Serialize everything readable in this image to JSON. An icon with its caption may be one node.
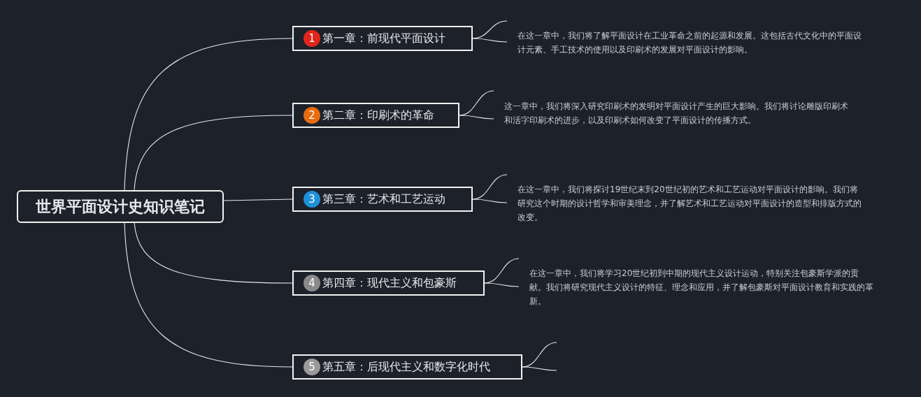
{
  "diagram": {
    "nodes": [
      {
        "text": [
          "世界平面设计史知识笔记"
        ]
      },
      {
        "text": [
          "1",
          "第一章：前现代平面设计"
        ]
      },
      {
        "text": [
          "在这一章中，我们将了解平面设计在工业革命之前的起源和发展。这包括古代文化中的平面设计元素、手工技术的使用以及印刷术的发展对平面设计的影响。"
        ]
      },
      {
        "text": [
          "2",
          "第二章：印刷术的革命"
        ]
      },
      {
        "text": [
          "这一章中，我们将深入研究印刷术的发明对平面设计产生的巨大影响。我们将讨论雕版印刷术和活字印刷术的进步，以及印刷术如何改变了平面设计的传播方式。"
        ]
      },
      {
        "text": [
          "3",
          "第三章：艺术和工艺运动"
        ]
      },
      {
        "text": [
          "在这一章中，我们将探讨19世纪末到20世纪初的艺术和工艺运动对平面设计的影响。我们将研究这个时期的设计哲学和审美理念，并了解艺术和工艺运动对平面设计的造型和排版方式的改变。"
        ]
      },
      {
        "text": [
          "4",
          "第四章：现代主义和包豪斯"
        ]
      },
      {
        "text": [
          "在这一章中，我们将学习20世纪初到中期的现代主义设计运动，特别关注包豪斯学派的贡献。我们将研究现代主义设计的特征、理念和应用，并了解包豪斯对平面设计教育和实践的革新。"
        ]
      },
      {
        "text": [
          "5",
          "第五章：后现代主义和数字化时代"
        ]
      }
    ],
    "edges": [
      {
        "from": 0,
        "to": 1,
        "arrow": "none"
      },
      {
        "from": 0,
        "to": 3,
        "arrow": "none"
      },
      {
        "from": 0,
        "to": 5,
        "arrow": "none"
      },
      {
        "from": 0,
        "to": 7,
        "arrow": "none"
      },
      {
        "from": 0,
        "to": 9,
        "arrow": "none"
      },
      {
        "from": 1,
        "to": 2,
        "arrow": "none"
      },
      {
        "from": 1,
        "to": 2,
        "arrow": "none"
      },
      {
        "from": 3,
        "to": 4,
        "arrow": "none"
      },
      {
        "from": 3,
        "to": 4,
        "arrow": "none"
      },
      {
        "from": 5,
        "to": 6,
        "arrow": "none"
      },
      {
        "from": 5,
        "to": 6,
        "arrow": "none"
      },
      {
        "from": 7,
        "to": 8,
        "arrow": "none"
      },
      {
        "from": 7,
        "to": 8,
        "arrow": "none"
      },
      {
        "from": 9,
        "to": null,
        "arrow": "none"
      },
      {
        "from": 9,
        "to": null,
        "arrow": "none"
      }
    ]
  }
}
